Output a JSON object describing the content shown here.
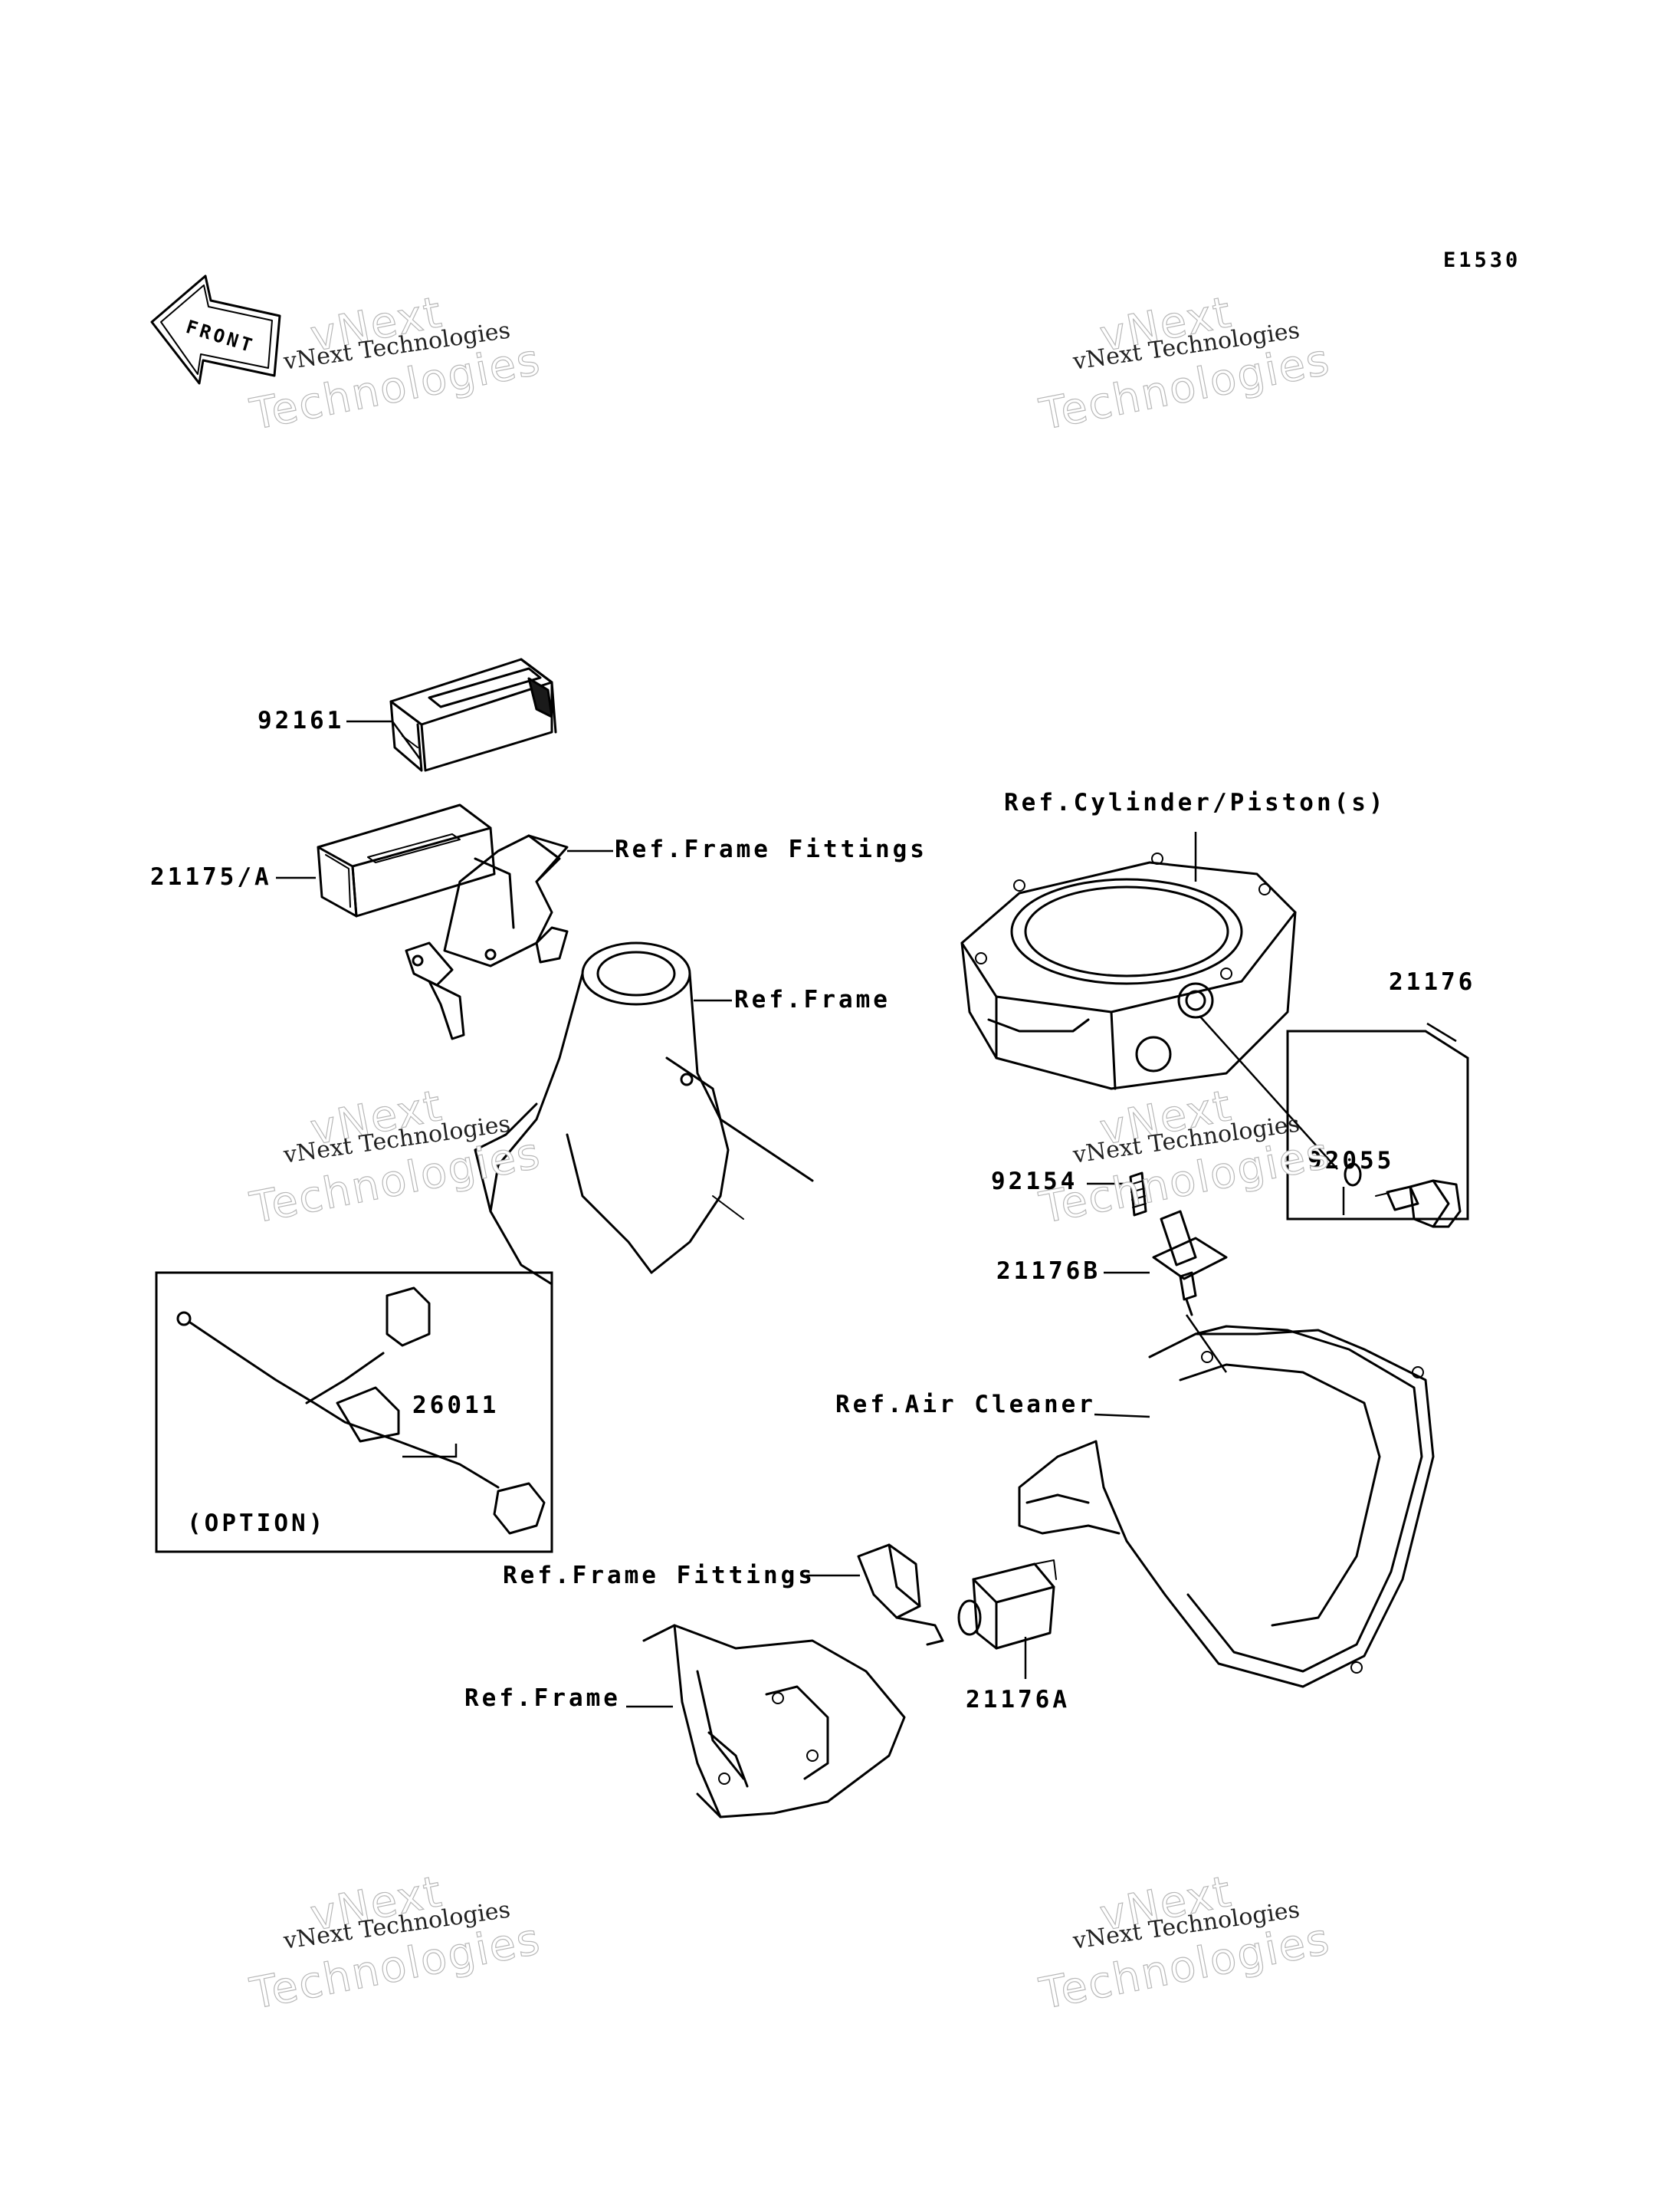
{
  "diagram_code": "E1530",
  "front_arrow_label": "FRONT",
  "watermark": {
    "line": "vNext Technologies",
    "hollow_top": "vNext",
    "hollow_bottom": "Technologies"
  },
  "labels": {
    "p92161": "92161",
    "p21175A": "21175/A",
    "ref_frame_fittings_top": "Ref.Frame Fittings",
    "ref_frame_top": "Ref.Frame",
    "ref_cylinder_piston": "Ref.Cylinder/Piston(s)",
    "p21176": "21176",
    "p92055": "92055",
    "p92154": "92154",
    "p21176B": "21176B",
    "ref_air_cleaner": "Ref.Air Cleaner",
    "p26011": "26011",
    "option": "(OPTION)",
    "ref_frame_fittings_bottom": "Ref.Frame Fittings",
    "ref_frame_bottom": "Ref.Frame",
    "p21176A": "21176A"
  }
}
